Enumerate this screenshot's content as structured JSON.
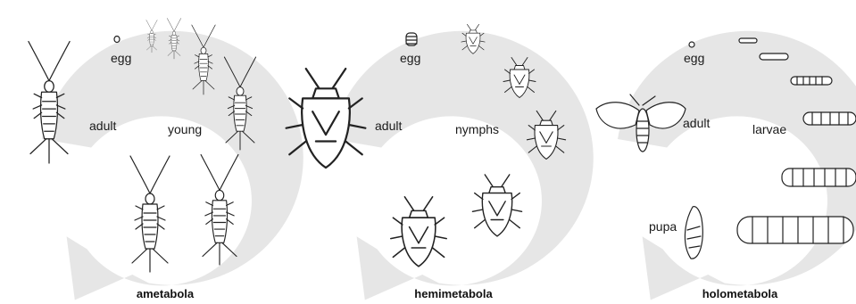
{
  "panels": [
    {
      "caption": "ametabola",
      "stages": {
        "egg": "egg",
        "adult": "adult",
        "young": "young"
      }
    },
    {
      "caption": "hemimetabola",
      "stages": {
        "egg": "egg",
        "adult": "adult",
        "nymphs": "nymphs"
      }
    },
    {
      "caption": "holometabola",
      "stages": {
        "egg": "egg",
        "adult": "adult",
        "larvae": "larvae",
        "pupa": "pupa"
      }
    }
  ],
  "colors": {
    "arrow": "#e6e6e6",
    "ink": "#222222",
    "background": "#ffffff"
  }
}
